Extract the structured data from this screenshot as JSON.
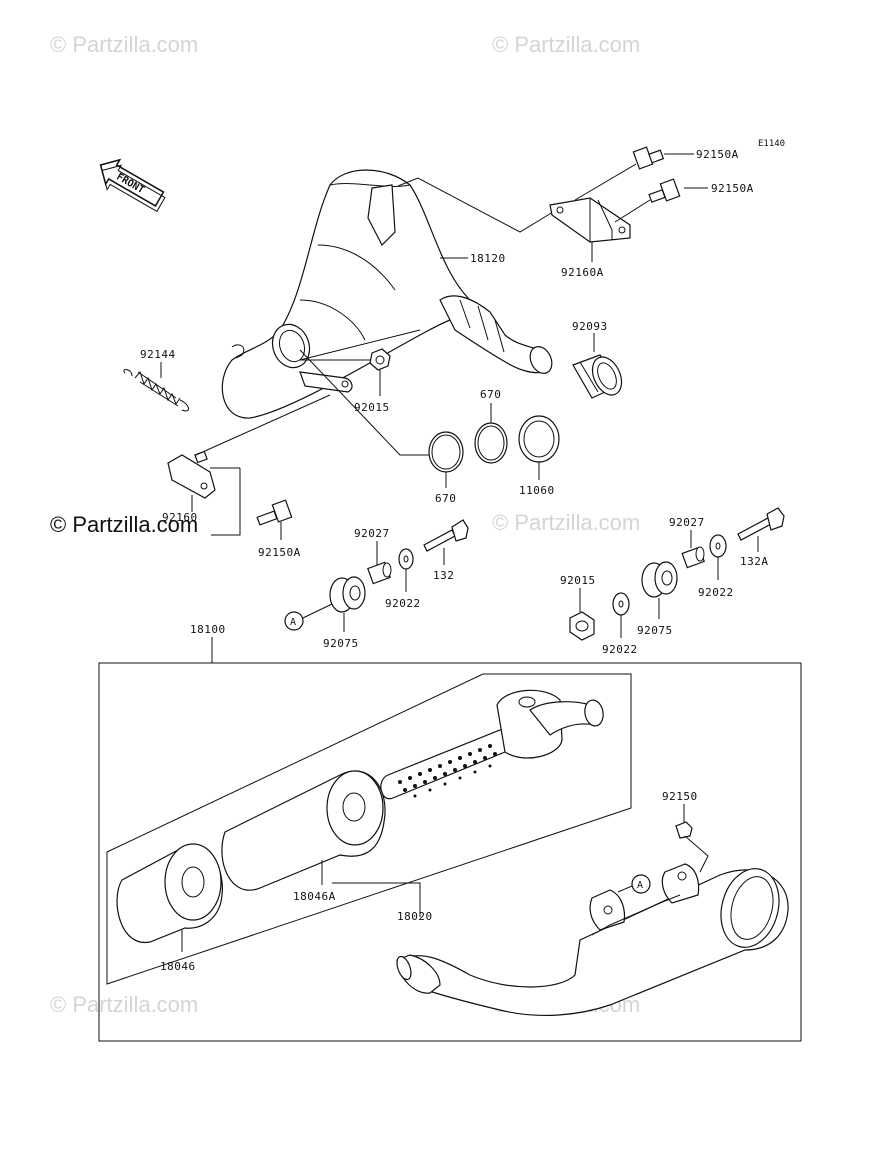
{
  "watermarks": {
    "top_left": "© Partzilla.com",
    "top_right": "© Partzilla.com",
    "mid_left": "© Partzilla.com",
    "mid_right": "© Partzilla.com",
    "bottom_left": "© Partzilla.com",
    "bottom_right": "© Partzilla.com"
  },
  "reference_code": "E1140",
  "front_label": "FRONT",
  "callout_symbol": "A",
  "parts": {
    "bolt_92150a_top": "92150A",
    "bolt_92150a_right": "92150A",
    "pipe_18120": "18120",
    "bracket_92160a": "92160A",
    "joint_92093": "92093",
    "spring_92144": "92144",
    "nut_92015_top": "92015",
    "ring_670_top": "670",
    "ring_670_bottom": "670",
    "gasket_11060": "11060",
    "bracket_92160": "92160",
    "bolt_92150a_left": "92150A",
    "collar_92027_left": "92027",
    "bolt_132": "132",
    "washer_92022_left": "92022",
    "damper_92075_left": "92075",
    "collar_92027_right": "92027",
    "bolt_132a": "132A",
    "nut_92015_bottom": "92015",
    "washer_92022_right": "92022",
    "damper_92075_right": "92075",
    "washer_92022_bottom": "92022",
    "silencer_assy_18100": "18100",
    "bolt_92150": "92150",
    "packing_18046a": "18046A",
    "silencer_18020": "18020",
    "packing_18046": "18046"
  }
}
